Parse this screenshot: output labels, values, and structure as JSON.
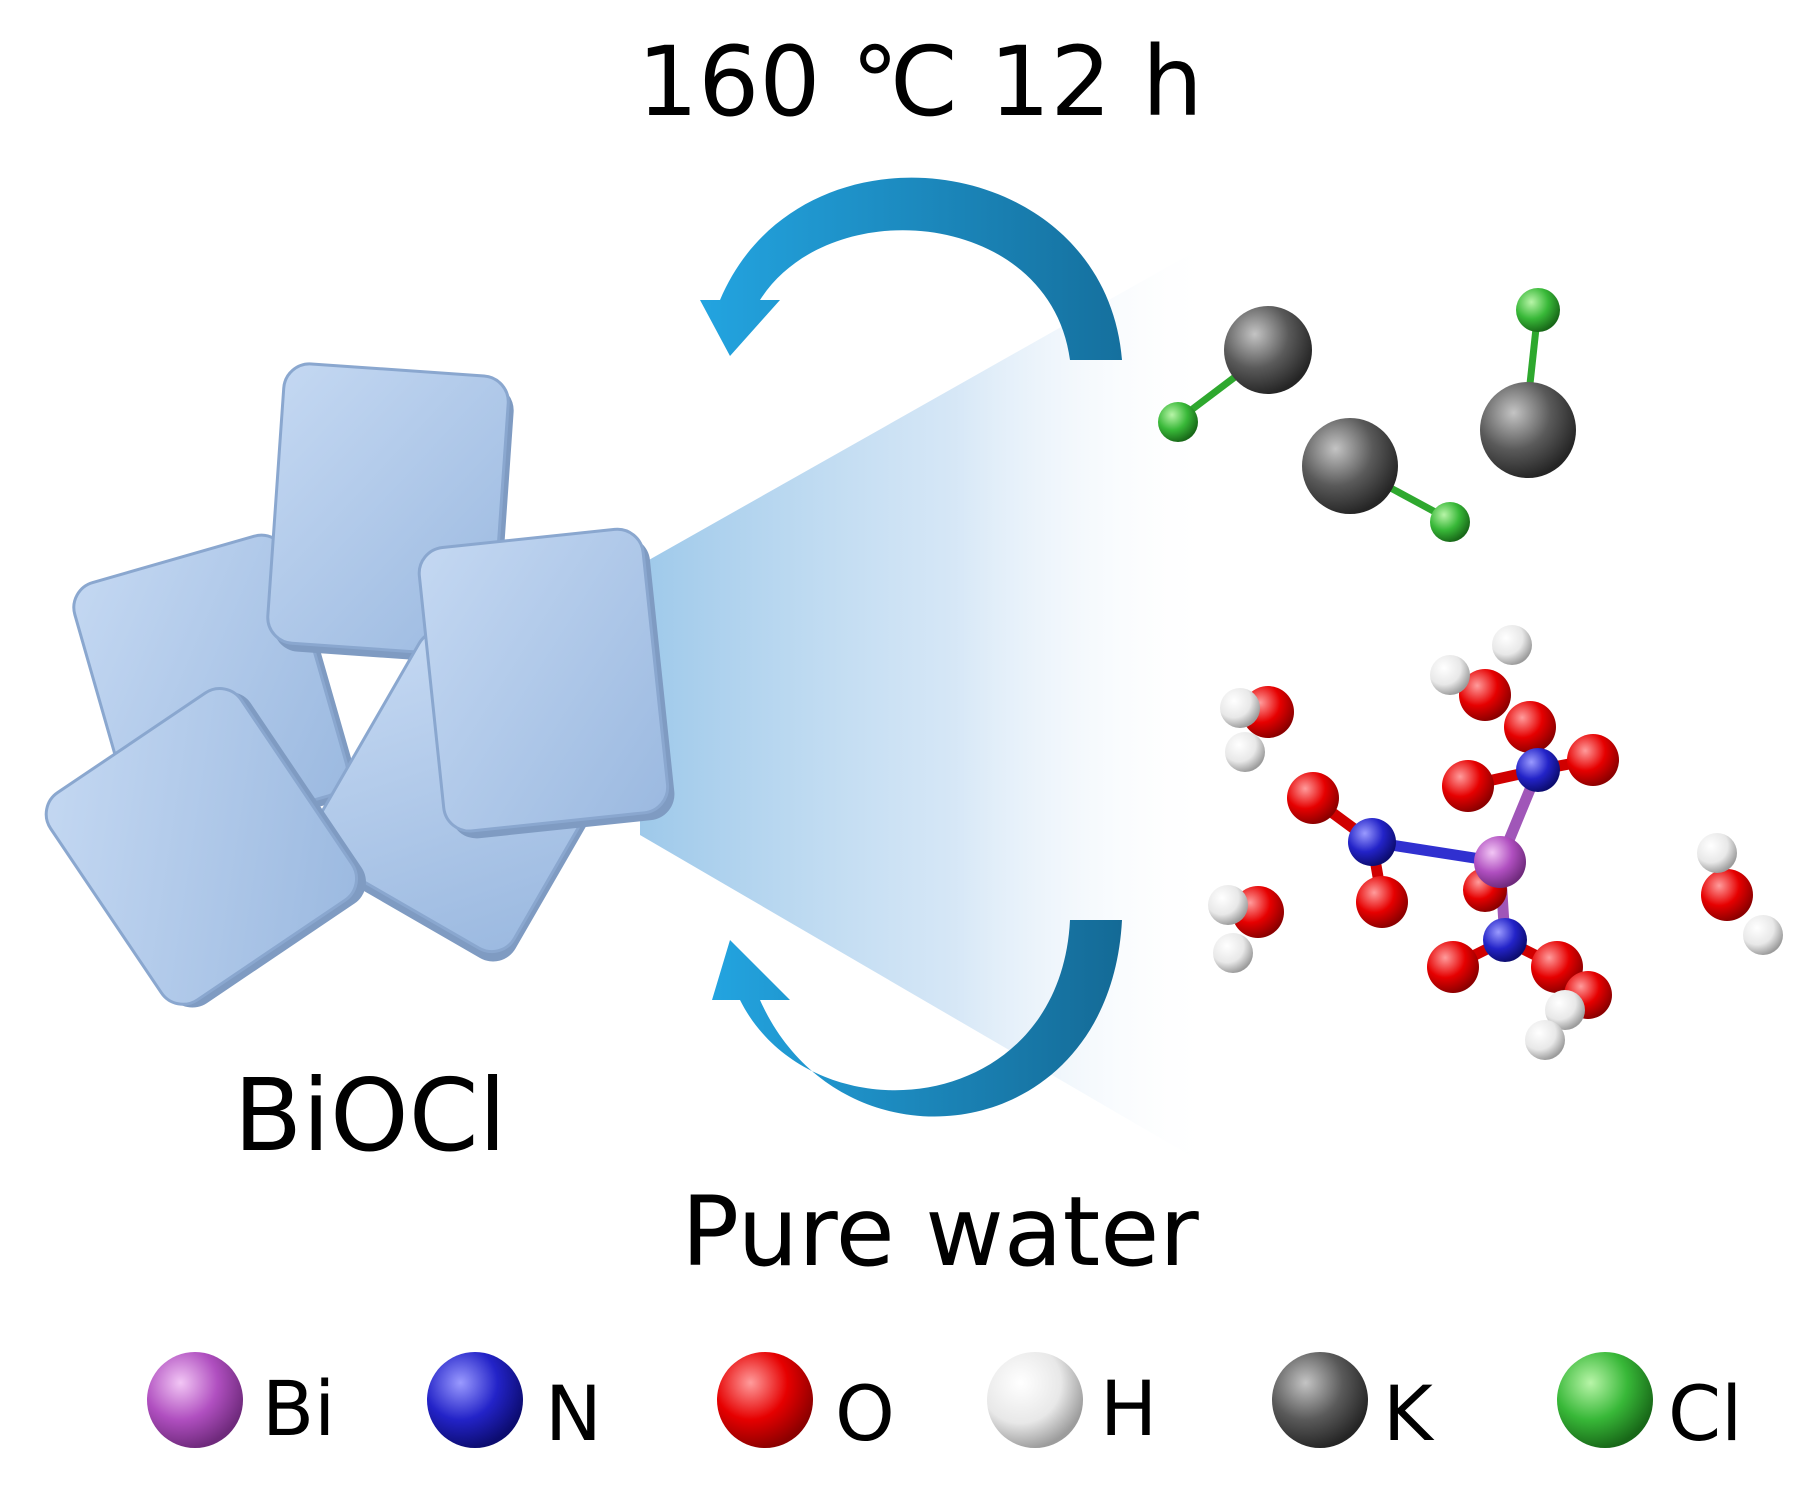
{
  "labels": {
    "condition": "160 ℃ 12 h",
    "solvent": "Pure water",
    "product": "BiOCl"
  },
  "legend": [
    {
      "symbol": "Bi",
      "color": "#b04fc0",
      "highlight": "#f2c6f5"
    },
    {
      "symbol": "N",
      "color": "#2323c8",
      "highlight": "#9a9aff"
    },
    {
      "symbol": "O",
      "color": "#e60000",
      "highlight": "#ff9c9c"
    },
    {
      "symbol": "H",
      "color": "#d8d8d8",
      "highlight": "#ffffff"
    },
    {
      "symbol": "K",
      "color": "#5a5a5a",
      "highlight": "#c4c4c4"
    },
    {
      "symbol": "Cl",
      "color": "#38b838",
      "highlight": "#b8f5a8"
    }
  ],
  "colors": {
    "arrow": "#1f9ad6",
    "arrow_dark": "#156f9c",
    "plate": "#a7c2e6",
    "cone": "#9ec9ea"
  }
}
